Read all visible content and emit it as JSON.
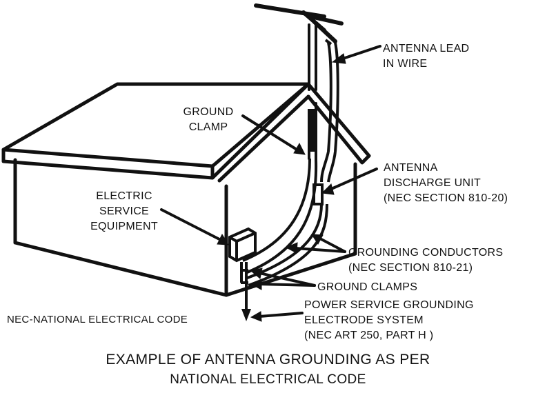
{
  "labels": {
    "antenna_lead": [
      "ANTENNA LEAD",
      "IN WIRE"
    ],
    "ground_clamp": [
      "GROUND",
      "CLAMP"
    ],
    "antenna_discharge": [
      "ANTENNA",
      "DISCHARGE UNIT",
      "(NEC SECTION 810-20)"
    ],
    "electric_service": [
      "ELECTRIC",
      "SERVICE",
      "EQUIPMENT"
    ],
    "grounding_conductors": [
      "GROUNDING CONDUCTORS",
      "(NEC SECTION 810-21)"
    ],
    "ground_clamps": "GROUND CLAMPS",
    "power_service": [
      "POWER SERVICE GROUNDING",
      "ELECTRODE SYSTEM",
      "(NEC ART 250, PART H )"
    ],
    "nec_note": "NEC-NATIONAL ELECTRICAL CODE"
  },
  "caption": {
    "line1": "EXAMPLE OF ANTENNA GROUNDING AS PER",
    "line2": "NATIONAL ELECTRICAL CODE"
  }
}
